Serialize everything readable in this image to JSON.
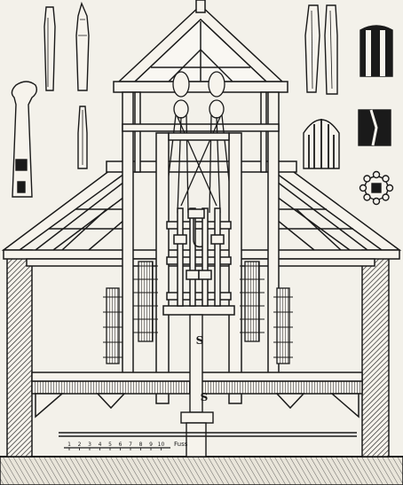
{
  "labels": {
    "shaft_upper": "S",
    "shaft_lower": "S"
  },
  "scale": {
    "ticks": [
      "1",
      "2",
      "3",
      "4",
      "5",
      "6",
      "7",
      "8",
      "9",
      "10"
    ],
    "unit": "Fuss"
  },
  "colors": {
    "ink": "#1a1a1a",
    "paper": "#f3f1ea",
    "wood": "#f6f3ec"
  }
}
